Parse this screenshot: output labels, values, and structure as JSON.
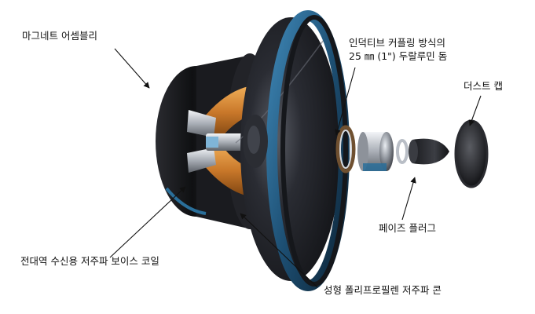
{
  "labels": {
    "magnet": "마그네트 어셈블리",
    "tweeter_line1": "인덕티브 커플링 방식의",
    "tweeter_line2": "25 ㎜ (1\") 두랄루민 돔",
    "dust_cap": "더스트 캡",
    "phase_plug": "페이즈 플러그",
    "voice_coil": "전대역 수신용 저주파 보이스 코일",
    "cone": "성형 폴리프로필렌 저주파 콘"
  },
  "colors": {
    "cone_dark": "#1c1d22",
    "cone_highlight": "#6b6e78",
    "surround_blue": "#2a6f9a",
    "copper": "#c9782a",
    "silver": "#b9bec6",
    "magnet_black": "#111214",
    "arrow": "#111111"
  }
}
